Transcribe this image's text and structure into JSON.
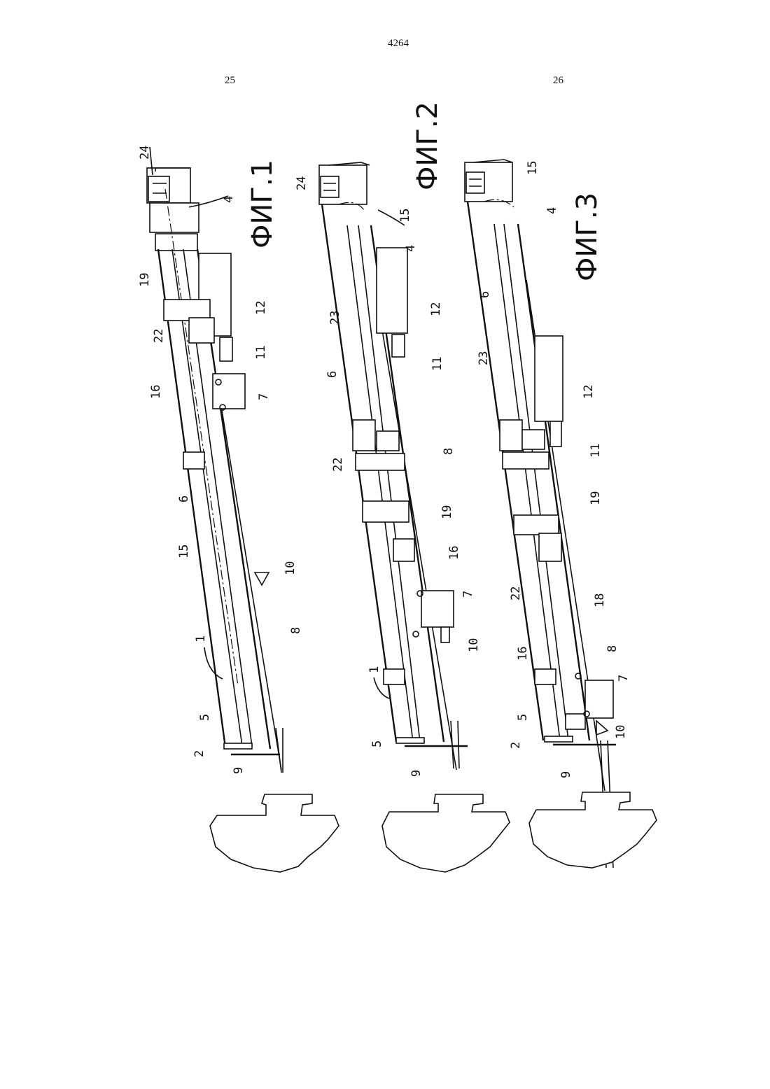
{
  "page": {
    "doc_number": "4264",
    "col_left": "25",
    "col_right": "26"
  },
  "figures": [
    {
      "caption": "ФИГ.1",
      "labels": {
        "l24": "24",
        "l4": "4",
        "l19": "19",
        "l12": "12",
        "l22": "22",
        "l11": "11",
        "l16": "16",
        "l7": "7",
        "l6": "6",
        "l15": "15",
        "l10": "10",
        "l1": "1",
        "l8": "8",
        "l5": "5",
        "l2": "2",
        "l9": "9"
      }
    },
    {
      "caption": "ФИГ.2",
      "labels": {
        "l24": "24",
        "l15": "15",
        "l4": "4",
        "l23": "23",
        "l12": "12",
        "l6": "6",
        "l11": "11",
        "l22": "22",
        "l8": "8",
        "l19": "19",
        "l16": "16",
        "l7": "7",
        "l10": "10",
        "l1": "1",
        "l5": "5",
        "l9": "9"
      }
    },
    {
      "caption": "ФИГ.3",
      "labels": {
        "l15": "15",
        "l4": "4",
        "l6": "6",
        "l23": "23",
        "l12": "12",
        "l11": "11",
        "l19": "19",
        "l22": "22",
        "l18": "18",
        "l16": "16",
        "l8": "8",
        "l5": "5",
        "l7": "7",
        "l2": "2",
        "l10": "10",
        "l9": "9"
      }
    }
  ]
}
